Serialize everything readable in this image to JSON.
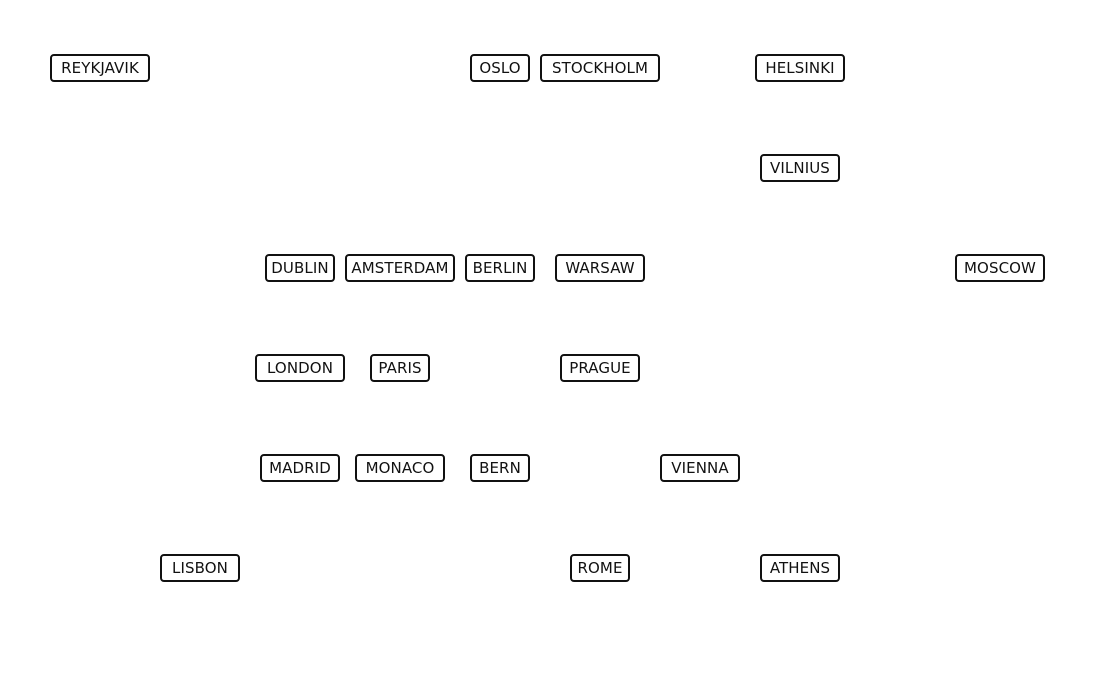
{
  "cities": [
    {
      "id": "reykjavik",
      "label": "REYKJAVIK"
    },
    {
      "id": "oslo",
      "label": "OSLO"
    },
    {
      "id": "stockholm",
      "label": "STOCKHOLM"
    },
    {
      "id": "helsinki",
      "label": "HELSINKI"
    },
    {
      "id": "vilnius",
      "label": "VILNIUS"
    },
    {
      "id": "dublin",
      "label": "DUBLIN"
    },
    {
      "id": "amsterdam",
      "label": "AMSTERDAM"
    },
    {
      "id": "berlin",
      "label": "BERLIN"
    },
    {
      "id": "warsaw",
      "label": "WARSAW"
    },
    {
      "id": "moscow",
      "label": "MOSCOW"
    },
    {
      "id": "london",
      "label": "LONDON"
    },
    {
      "id": "paris",
      "label": "PARIS"
    },
    {
      "id": "prague",
      "label": "PRAGUE"
    },
    {
      "id": "madrid",
      "label": "MADRID"
    },
    {
      "id": "monaco",
      "label": "MONACO"
    },
    {
      "id": "bern",
      "label": "BERN"
    },
    {
      "id": "vienna",
      "label": "VIENNA"
    },
    {
      "id": "lisbon",
      "label": "LISBON"
    },
    {
      "id": "rome",
      "label": "ROME"
    },
    {
      "id": "athens",
      "label": "ATHENS"
    }
  ]
}
